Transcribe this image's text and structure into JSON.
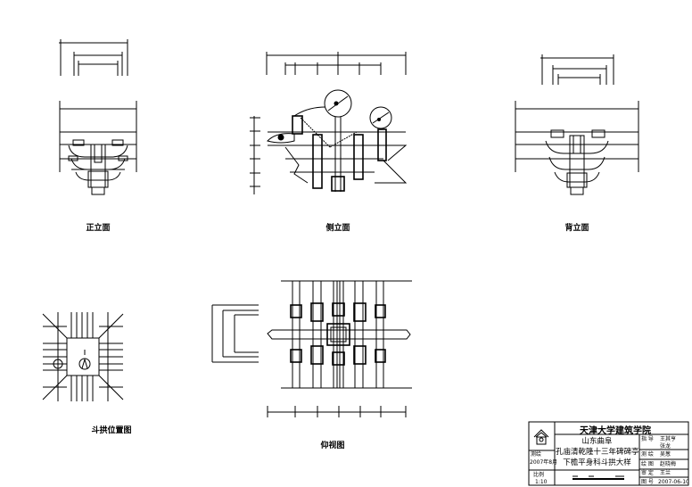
{
  "views": {
    "front_elevation": "正立面",
    "side_elevation": "侧立面",
    "back_elevation": "背立面",
    "bracket_location": "斗拱位置图",
    "bottom_view": "仰视图"
  },
  "title_block": {
    "institution": "天津大学建筑学院",
    "location": "山东曲阜",
    "title_line1": "孔庙清乾隆十三年碑碑亭",
    "title_line2": "下檐平身科斗拱大样",
    "survey_label": "测绘",
    "survey_date": "2007年8月",
    "scale_label": "比例",
    "scale_value": "1:10",
    "roles": [
      {
        "role": "指 导",
        "name": "王其亨"
      },
      {
        "role": "",
        "name": "张龙"
      },
      {
        "role": "测 绘",
        "name": "吴葱"
      },
      {
        "role": "绘 图",
        "name": "赵晓梅"
      },
      {
        "role": "审 定",
        "name": "王兰"
      },
      {
        "role": "图 号",
        "name": "2007-06-10"
      }
    ]
  }
}
